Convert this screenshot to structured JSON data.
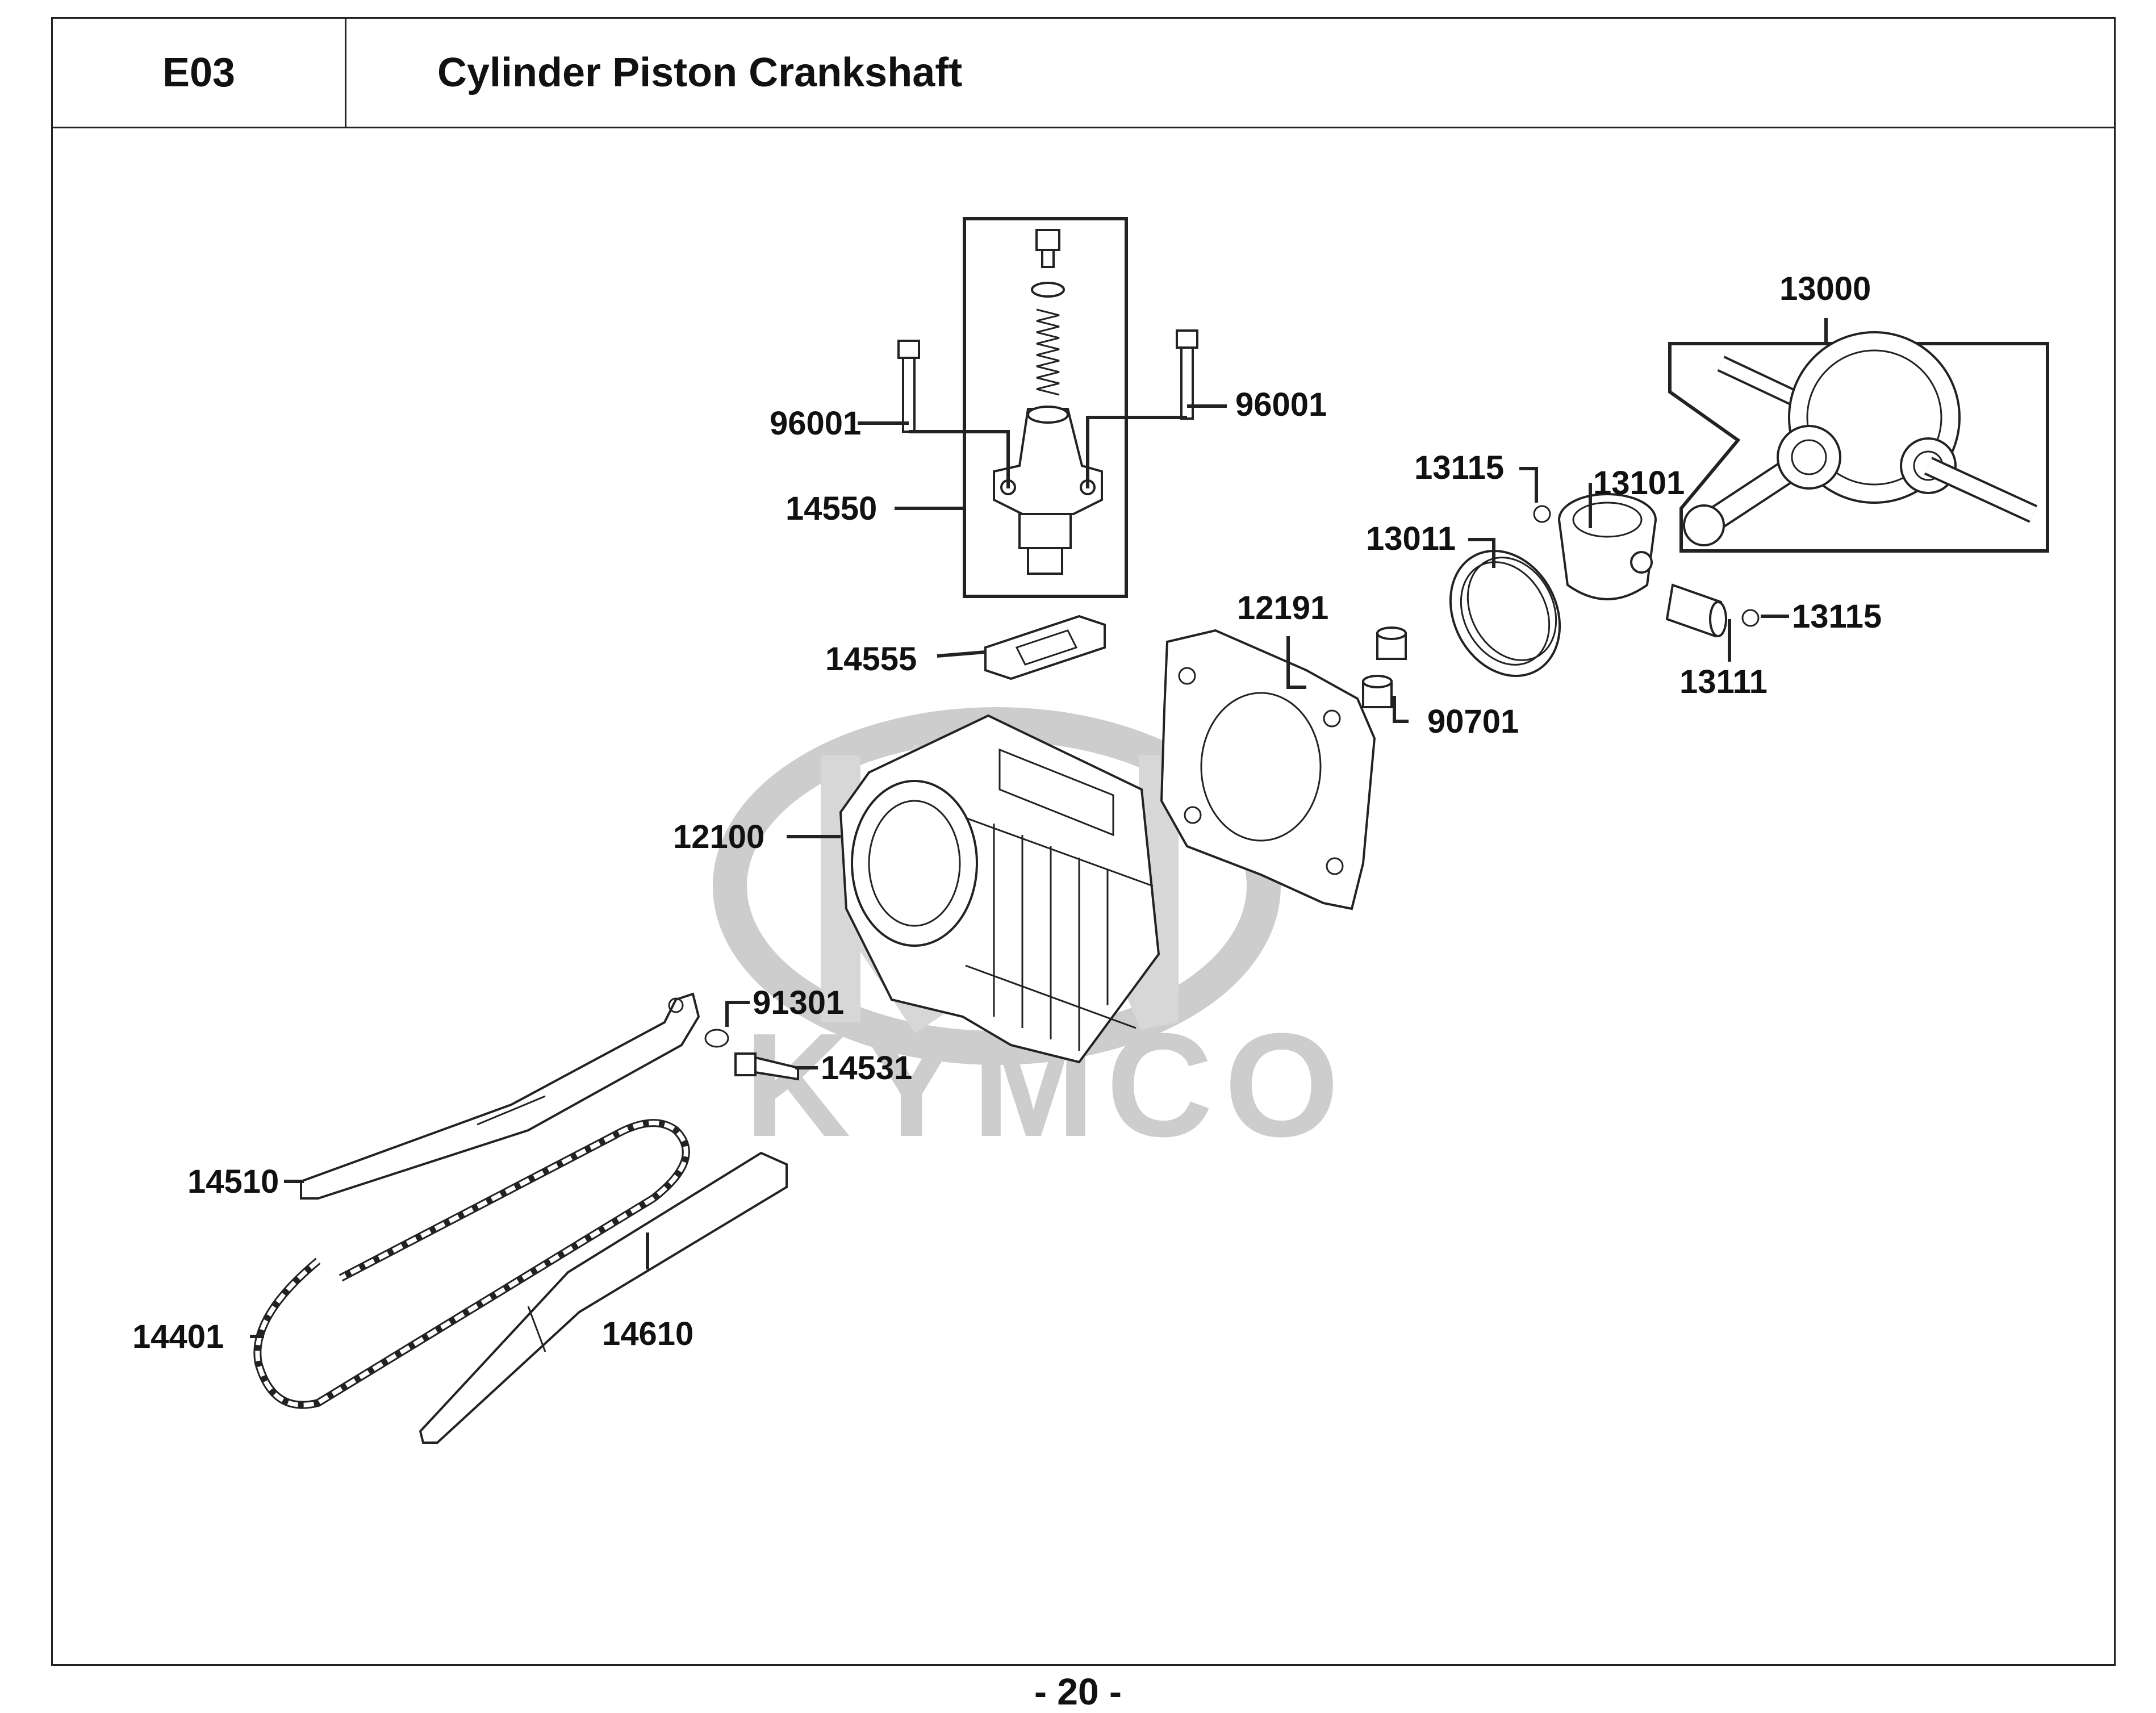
{
  "header": {
    "code": "E03",
    "title": "Cylinder  Piston  Crankshaft"
  },
  "footer": {
    "page_number": "- 20 -"
  },
  "watermark": {
    "text": "KYMCO"
  },
  "callouts": {
    "p13000": "13000",
    "p96001_left": "96001",
    "p96001_right": "96001",
    "p13115_top": "13115",
    "p13101": "13101",
    "p14550": "14550",
    "p13011": "13011",
    "p12191": "12191",
    "p13115_right": "13115",
    "p14555": "14555",
    "p13111": "13111",
    "p90701": "90701",
    "p12100": "12100",
    "p91301": "91301",
    "p14531": "14531",
    "p14510": "14510",
    "p14401": "14401",
    "p14610": "14610"
  }
}
